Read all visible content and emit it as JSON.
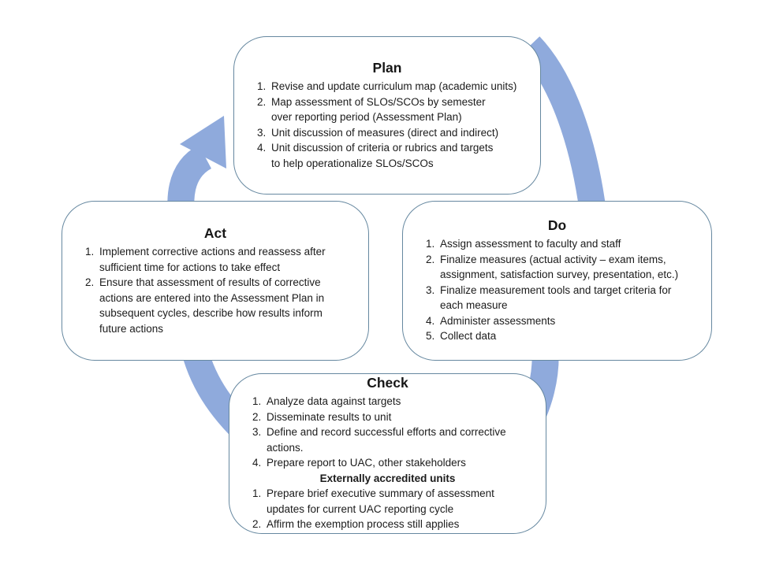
{
  "colors": {
    "arrow": "#8FAADC",
    "box_border": "#6688a0"
  },
  "cycle": {
    "direction": "clockwise",
    "arrow_icon": "curved-clockwise-arrow"
  },
  "boxes": {
    "plan": {
      "title": "Plan",
      "items": [
        "Revise and update curriculum map (academic units)",
        "Map assessment of SLOs/SCOs by semester\nover reporting period (Assessment Plan)",
        "Unit discussion of measures (direct and indirect)",
        "Unit discussion of criteria or rubrics and targets\nto help operationalize SLOs/SCOs"
      ]
    },
    "do": {
      "title": "Do",
      "items": [
        "Assign assessment to faculty and staff",
        "Finalize measures (actual activity – exam items,\nassignment, satisfaction survey, presentation, etc.)",
        "Finalize measurement tools and target criteria for\neach measure",
        "Administer assessments",
        "Collect data"
      ]
    },
    "check": {
      "title": "Check",
      "items": [
        "Analyze data against targets",
        "Disseminate results to unit",
        "Define and record successful efforts and corrective\nactions.",
        "Prepare report to UAC, other stakeholders"
      ],
      "subtitle": "Externally accredited units",
      "accredited_items": [
        "Prepare brief executive summary of assessment\nupdates for current UAC reporting cycle",
        "Affirm the exemption process still applies"
      ]
    },
    "act": {
      "title": "Act",
      "items": [
        "Implement corrective actions and reassess after\nsufficient time for actions to take effect",
        "Ensure that assessment of results of corrective\nactions are entered into the Assessment Plan in\nsubsequent cycles, describe how results inform\nfuture actions"
      ]
    }
  }
}
